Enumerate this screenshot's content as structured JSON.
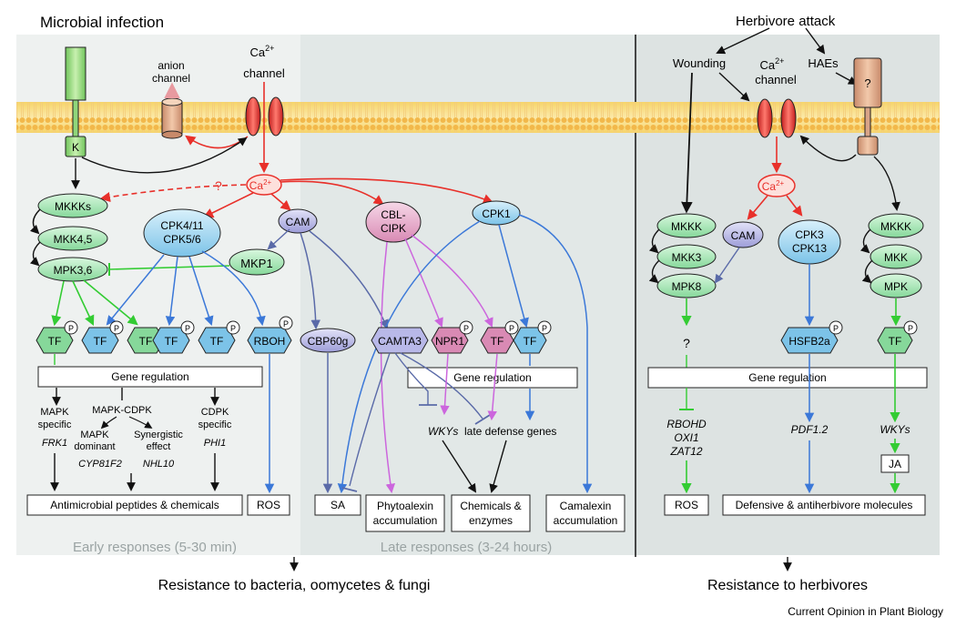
{
  "headings": {
    "microbial": "Microbial infection",
    "herbivore": "Herbivore attack",
    "early": "Early responses (5-30 min)",
    "late": "Late responses (3-24 hours)",
    "resist_microbe": "Resistance to bacteria, oomycetes & fungi",
    "resist_herb": "Resistance to herbivores",
    "credit": "Current Opinion in Plant Biology"
  },
  "left": {
    "anion1": "anion",
    "anion2": "channel",
    "ca": "Ca",
    "ca_sup": "2+",
    "channel": "channel",
    "receptor_k": "K",
    "ca_node": "Ca",
    "ca_node_sup": "2+",
    "question": "?",
    "mkkks": "MKKKs",
    "mkk45": "MKK4,5",
    "mpk36": "MPK3,6",
    "cpk_a": "CPK4/11",
    "cpk_b": "CPK5/6",
    "cam": "CAM",
    "mkp1": "MKP1",
    "cbl1": "CBL-",
    "cbl2": "CIPK",
    "cpk1": "CPK1",
    "tf": "TF",
    "p": "P",
    "rboh": "RBOH",
    "cbp60g": "CBP60g",
    "camta3": "CAMTA3",
    "npr1": "NPR1",
    "gene_reg": "Gene regulation",
    "gene_reg2": "Gene regulation",
    "mapk": "MAPK",
    "specific": "specific",
    "frk1": "FRK1",
    "mapk_cdpk": "MAPK-CDPK",
    "mapk2": "MAPK",
    "dominant": "dominant",
    "cyp": "CYP81F2",
    "syn1": "Synergistic",
    "syn2": "effect",
    "nhl10": "NHL10",
    "cdpk": "CDPK",
    "cdpk_spec": "specific",
    "phi1": "PHI1",
    "wkys": "WKYs",
    "late_genes": "late defense genes",
    "antimicrobial": "Antimicrobial peptides & chemicals",
    "ros": "ROS",
    "sa": "SA",
    "phyto1": "Phytoalexin",
    "phyto2": "accumulation",
    "chem1": "Chemicals &",
    "chem2": "enzymes",
    "cama1": "Camalexin",
    "cama2": "accumulation"
  },
  "right": {
    "wounding": "Wounding",
    "haes": "HAEs",
    "ca": "Ca",
    "ca_sup": "2+",
    "channel": "channel",
    "receptor_q": "?",
    "ca_node": "Ca",
    "ca_node_sup": "2+",
    "mkkk": "MKKK",
    "mkk3": "MKK3",
    "mpk8": "MPK8",
    "cam": "CAM",
    "cpk3": "CPK3",
    "cpk13": "CPK13",
    "mkkk2": "MKKK",
    "mkk": "MKK",
    "mpk": "MPK",
    "question": "?",
    "hsfb2a": "HSFB2a",
    "tf": "TF",
    "p": "P",
    "gene_reg": "Gene regulation",
    "rbohd": "RBOHD",
    "oxi1": "OXI1",
    "zat12": "ZAT12",
    "pdf": "PDF1.2",
    "wkys": "WKYs",
    "ja": "JA",
    "ros": "ROS",
    "defensive": "Defensive & antiherbivore molecules"
  },
  "colors": {
    "ca_red": "#e8302a",
    "map_green": "#33cc33",
    "cdpk_blue": "#3b78d8",
    "cam_slate": "#5a6aa8",
    "cipk_violet": "#cc66dd",
    "green_fill": "#a6e8b6",
    "blue_fill": "#a6d8f2",
    "pink_fill": "#e8a6c8",
    "lilac_fill": "#b8b8e8"
  }
}
